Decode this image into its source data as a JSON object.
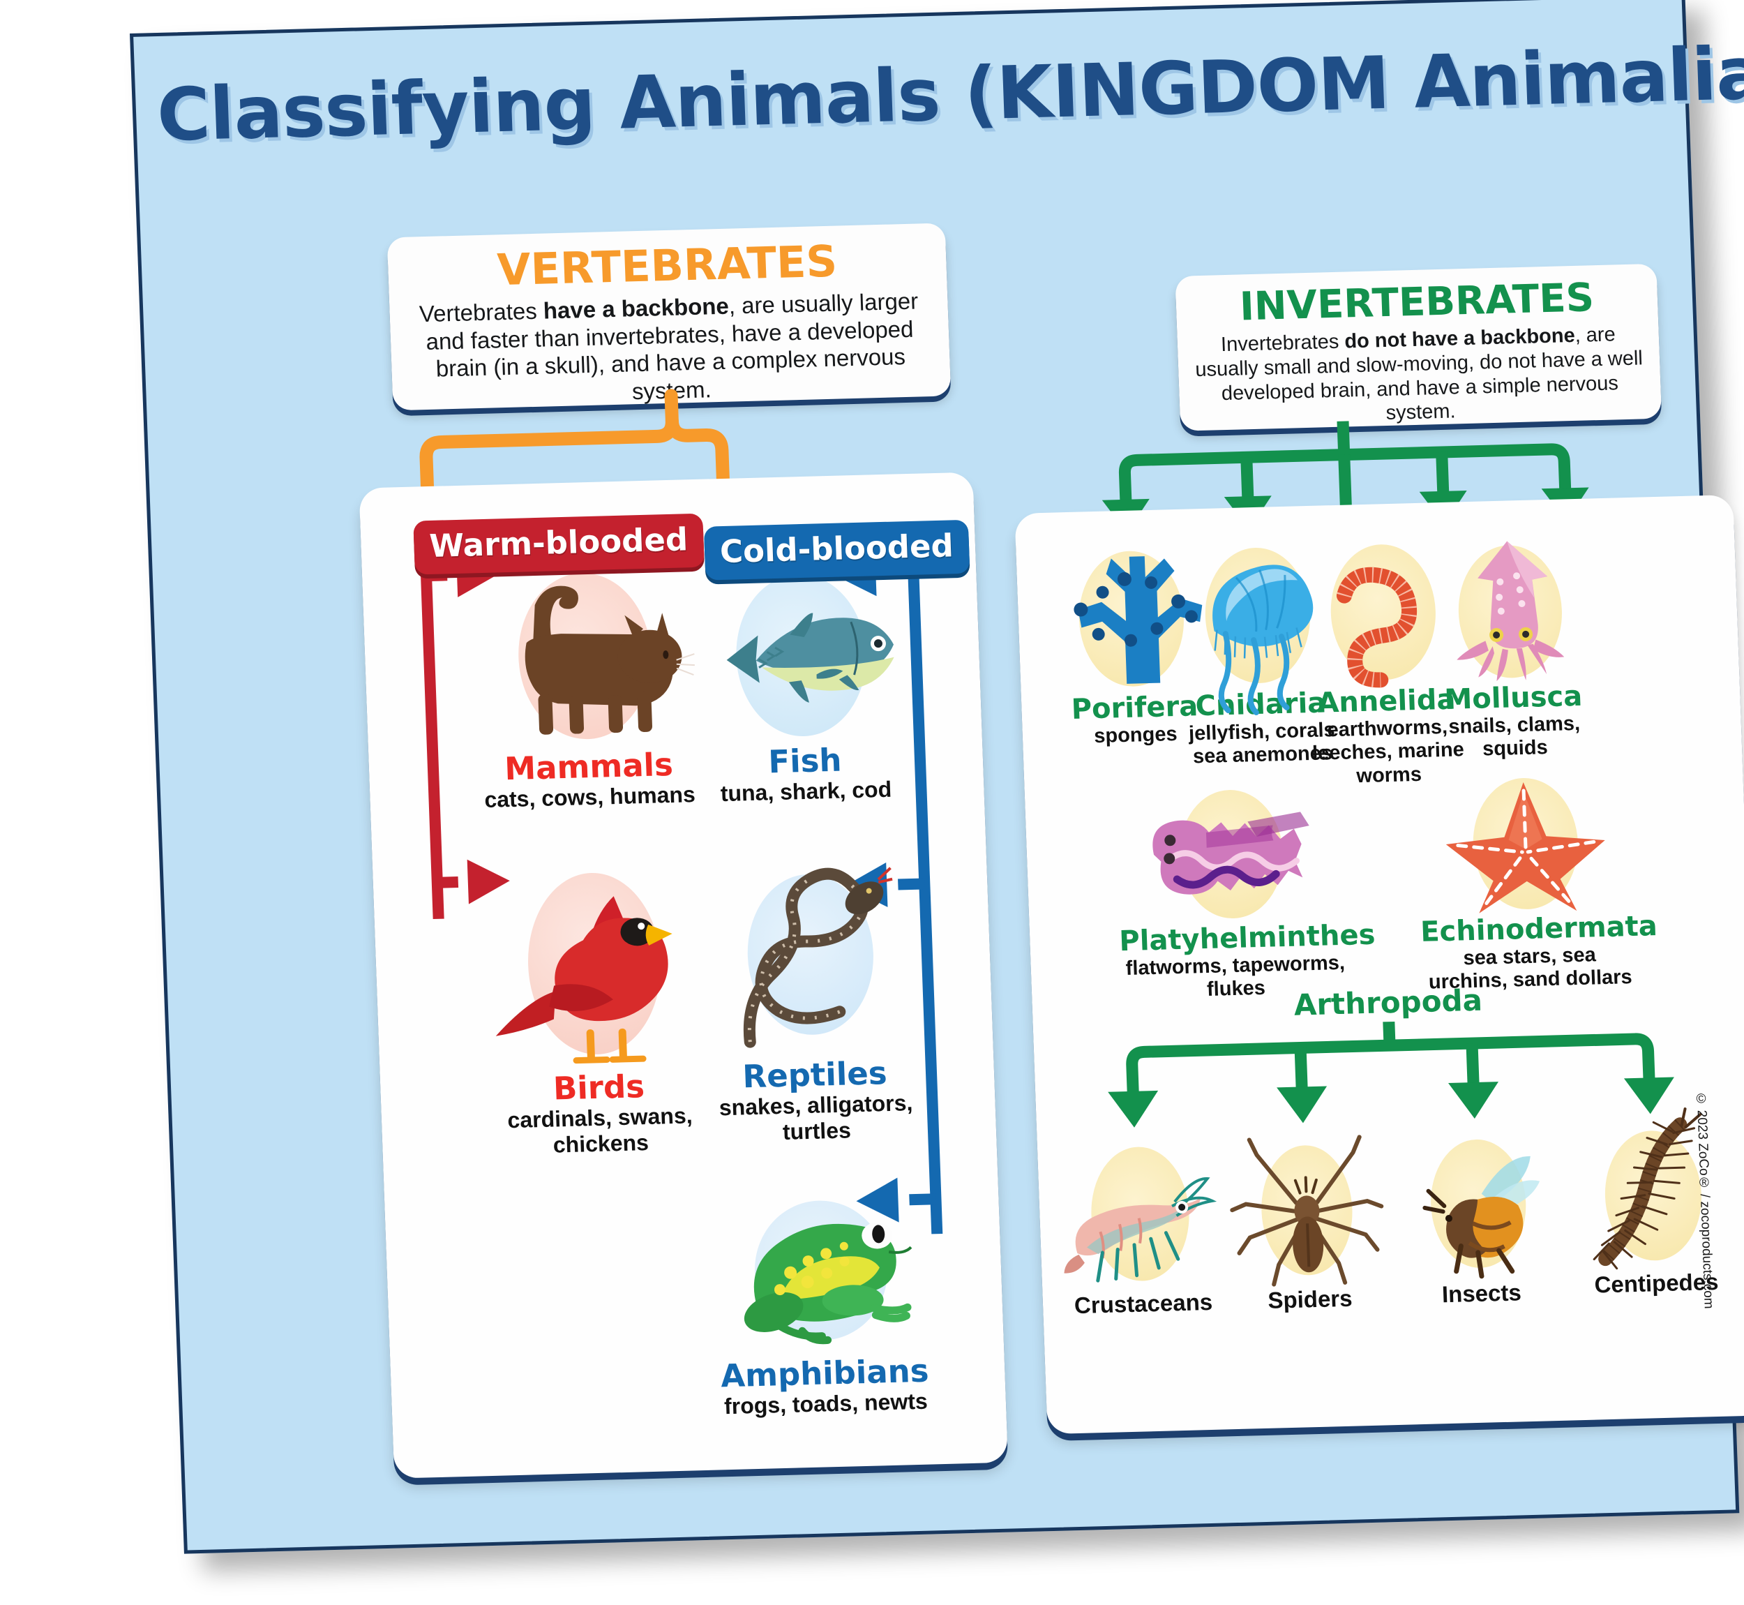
{
  "poster": {
    "title": "Classifying Animals (KINGDOM Animalia)",
    "copyright": "© 2023 ZoCo® / zocoproducts.com",
    "colors": {
      "board_bg": "#bfe0f5",
      "board_border": "#17365d",
      "title": "#1f4e87",
      "vertebrates": "#f79a2b",
      "invertebrates": "#13914d",
      "warm_blooded": "#c4212e",
      "cold_blooded": "#1469b0"
    }
  },
  "vertebrates": {
    "heading": "VERTEBRATES",
    "description_pre": "Vertebrates ",
    "description_bold": "have a backbone",
    "description_post": ", are usually larger and faster than invertebrates, have a developed brain (in a skull), and have a complex nervous system.",
    "warm_blooded_label": "Warm-blooded",
    "cold_blooded_label": "Cold-blooded",
    "groups": [
      {
        "name": "Mammals",
        "examples": "cats, cows, humans",
        "icon": "cat-icon",
        "blood": "warm"
      },
      {
        "name": "Fish",
        "examples": "tuna, shark, cod",
        "icon": "fish-icon",
        "blood": "cold"
      },
      {
        "name": "Birds",
        "examples": "cardinals, swans, chickens",
        "icon": "bird-icon",
        "blood": "warm"
      },
      {
        "name": "Reptiles",
        "examples": "snakes, alligators, turtles",
        "icon": "snake-icon",
        "blood": "cold"
      },
      {
        "name": "Amphibians",
        "examples": "frogs, toads, newts",
        "icon": "frog-icon",
        "blood": "cold"
      }
    ]
  },
  "invertebrates": {
    "heading": "INVERTEBRATES",
    "description_pre": "Invertebrates ",
    "description_bold": "do not have a backbone",
    "description_post": ", are usually small and slow-moving, do not have a well developed brain, and have a simple nervous system.",
    "phyla": [
      {
        "name": "Porifera",
        "examples": "sponges",
        "icon": "sponge-icon"
      },
      {
        "name": "Cnidaria",
        "examples": "jellyfish, corals sea anemones",
        "icon": "jellyfish-icon"
      },
      {
        "name": "Annelida",
        "examples": "earthworms, leeches, marine worms",
        "icon": "earthworm-icon"
      },
      {
        "name": "Mollusca",
        "examples": "snails, clams, squids",
        "icon": "squid-icon"
      },
      {
        "name": "Platyhelminthes",
        "examples": "flatworms, tapeworms, flukes",
        "icon": "flatworm-icon"
      },
      {
        "name": "Echinodermata",
        "examples": "sea stars, sea urchins, sand dollars",
        "icon": "seastar-icon"
      },
      {
        "name": "Arthropoda",
        "examples": "",
        "icon": ""
      }
    ],
    "arthropods": [
      {
        "name": "Crustaceans",
        "icon": "shrimp-icon"
      },
      {
        "name": "Spiders",
        "icon": "spider-icon"
      },
      {
        "name": "Insects",
        "icon": "bee-icon"
      },
      {
        "name": "Centipedes",
        "icon": "centipede-icon"
      }
    ]
  }
}
